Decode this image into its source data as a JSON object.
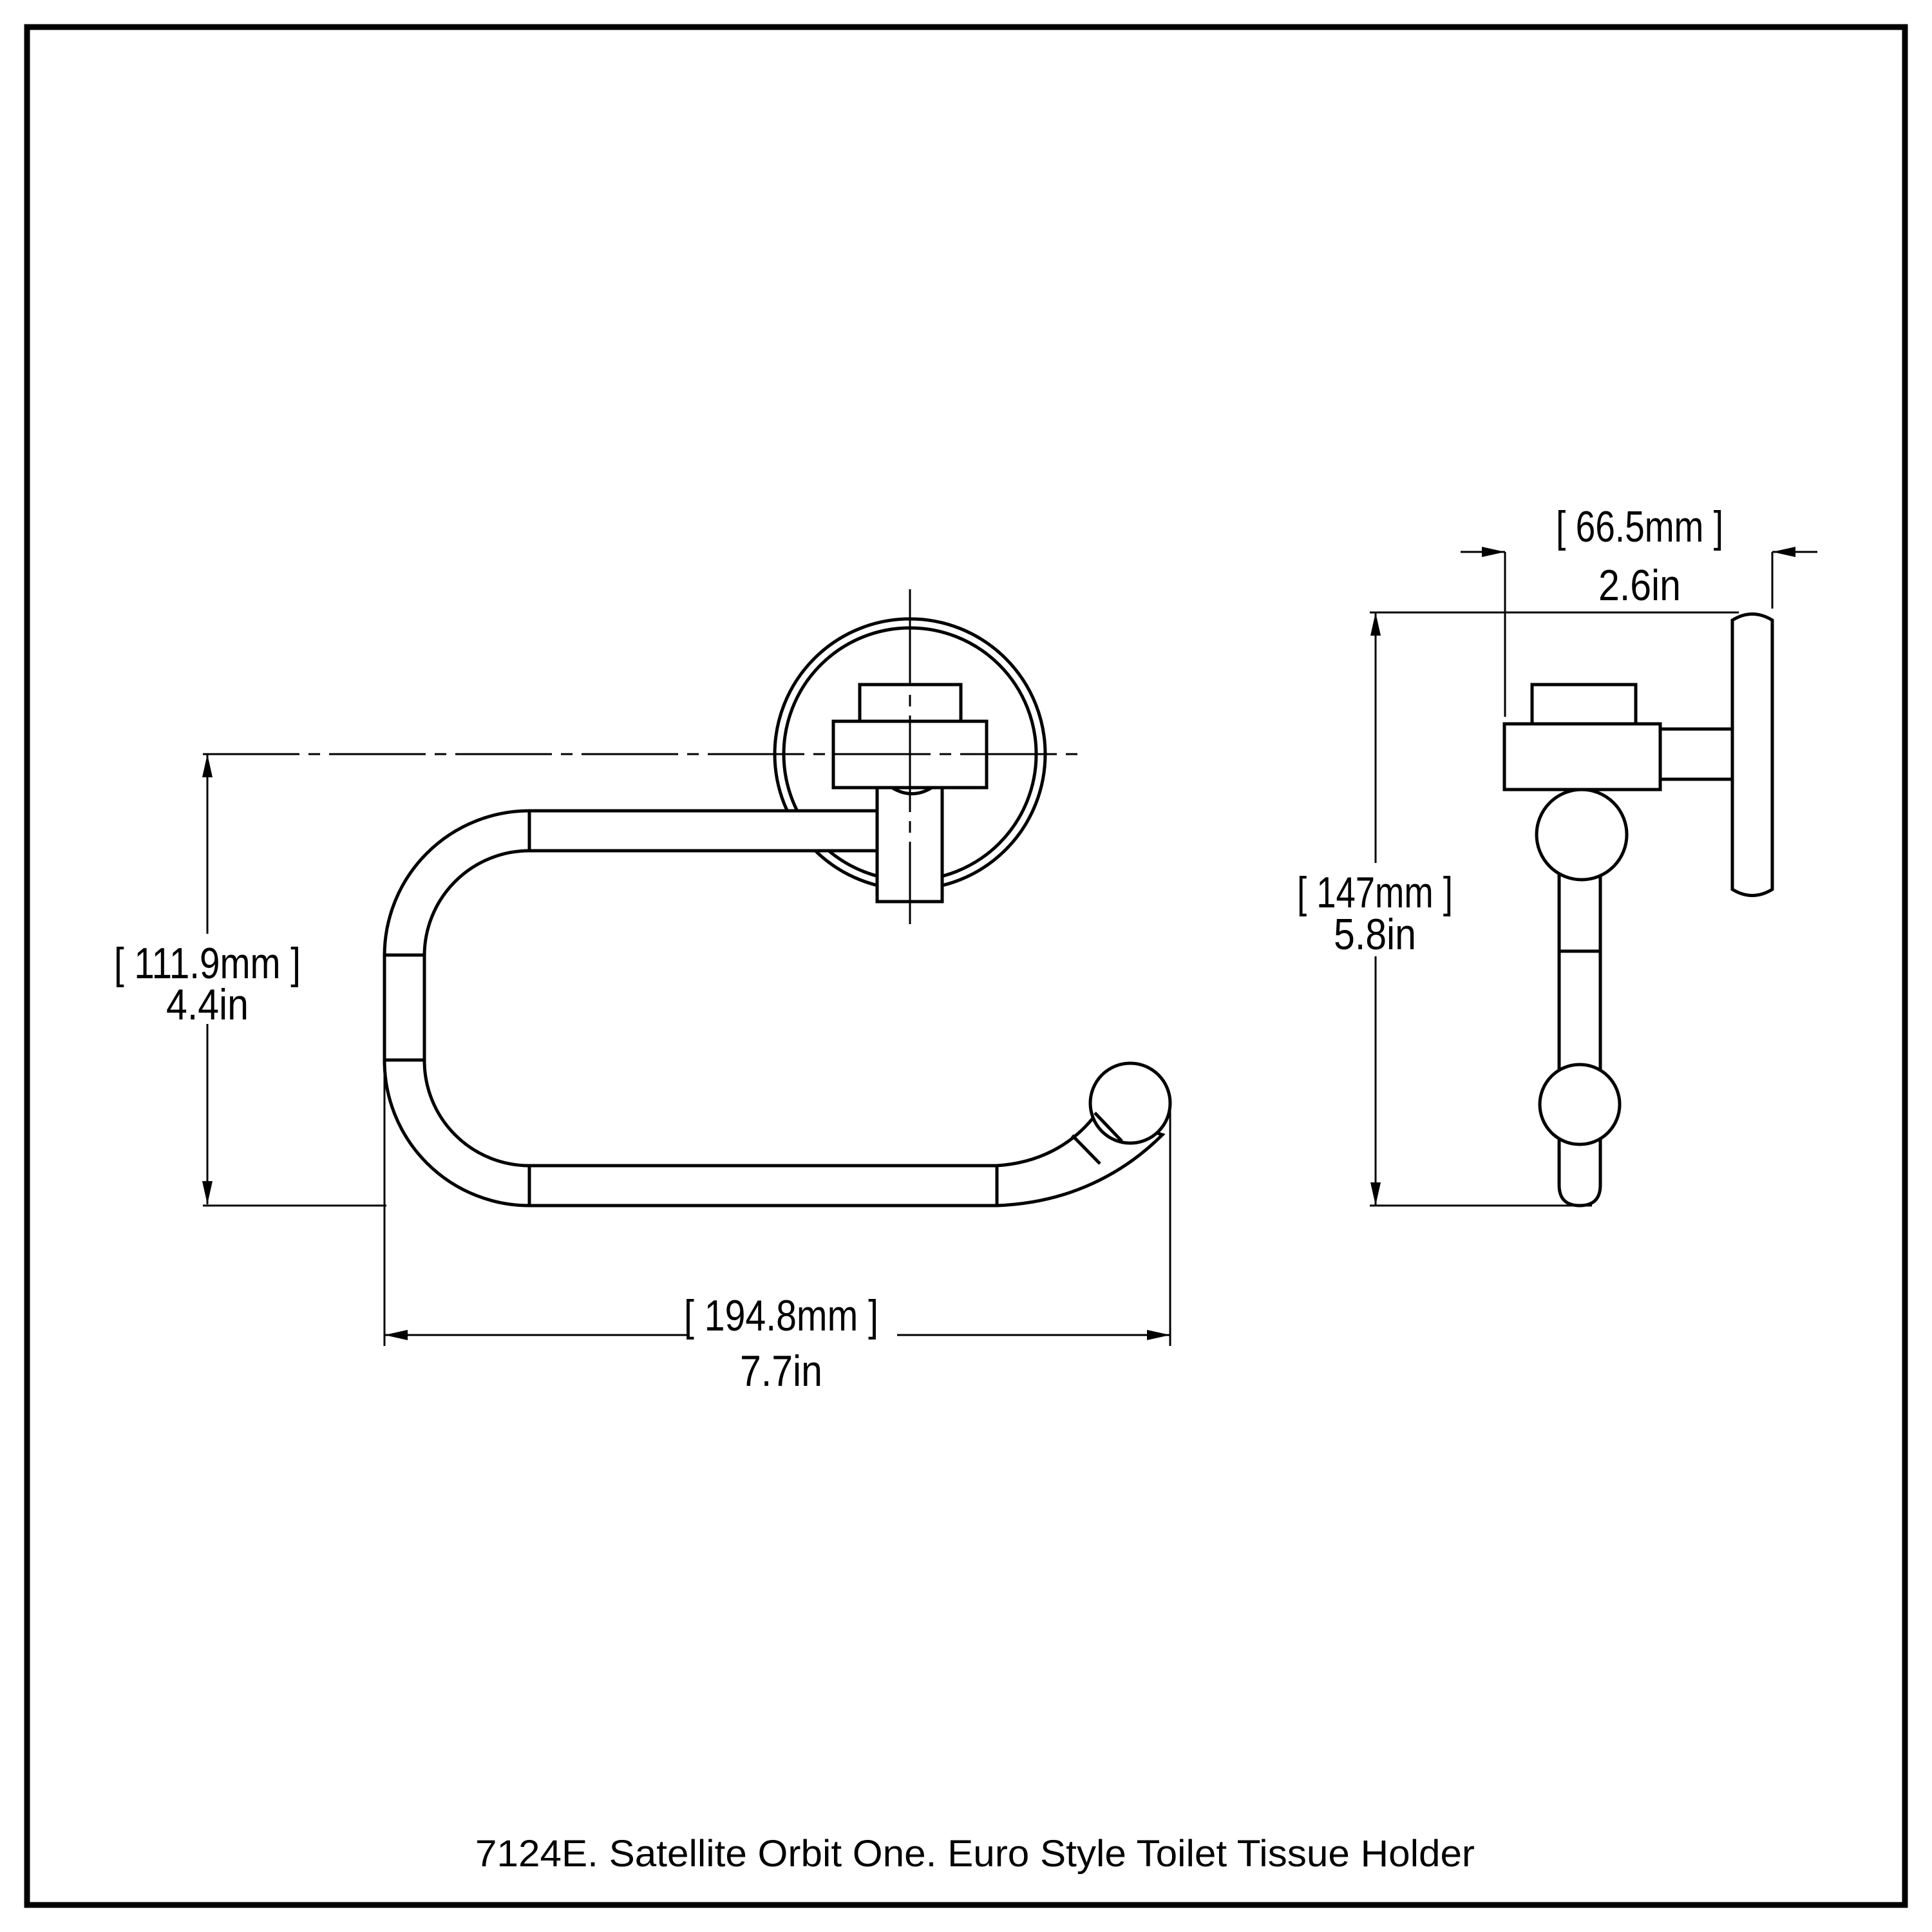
{
  "caption": "7124E. Satellite Orbit One. Euro Style Toilet Tissue Holder",
  "colors": {
    "line": "#000000",
    "background": "#ffffff"
  },
  "views": {
    "front": {
      "title": "front-view",
      "dims": {
        "height": {
          "mm": "[ 111.9mm ]",
          "in": "4.4in"
        },
        "width": {
          "mm": "[ 194.8mm ]",
          "in": "7.7in"
        }
      }
    },
    "side": {
      "title": "side-view",
      "dims": {
        "depth": {
          "mm": "[ 66.5mm ]",
          "in": "2.6in"
        },
        "height": {
          "mm": "[ 147mm ]",
          "in": "5.8in"
        }
      }
    }
  }
}
